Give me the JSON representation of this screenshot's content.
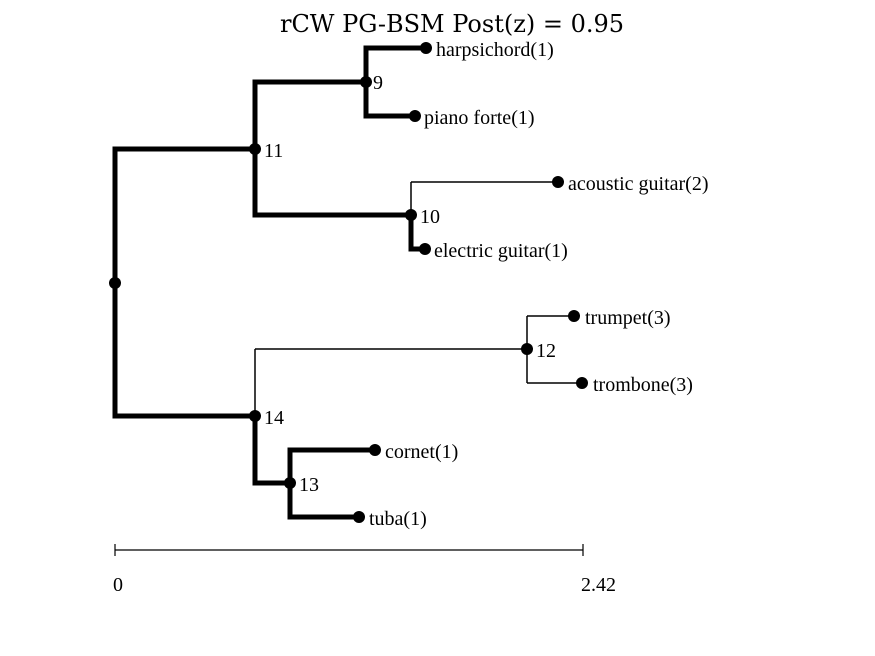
{
  "title": "rCW PG-BSM Post(z) = 0.95",
  "scale": {
    "min_label": "0",
    "max_label": "2.42"
  },
  "internal_labels": {
    "n9": "9",
    "n10": "10",
    "n11": "11",
    "n12": "12",
    "n13": "13",
    "n14": "14"
  },
  "leaves": {
    "harpsichord": "harpsichord(1)",
    "piano": "piano forte(1)",
    "acoustic": "acoustic guitar(2)",
    "electric": "electric guitar(1)",
    "trumpet": "trumpet(3)",
    "trombone": "trombone(3)",
    "cornet": "cornet(1)",
    "tuba": "tuba(1)"
  }
}
